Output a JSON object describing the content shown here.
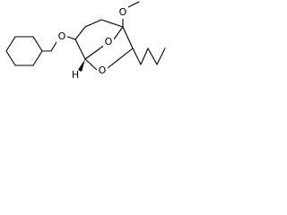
{
  "molecule": {
    "atoms": {
      "o_ether_side": "O",
      "o_methoxy": "O",
      "o_bridge_upper": "O",
      "o_bridge_lower": "O",
      "h_stereo": "H"
    }
  }
}
